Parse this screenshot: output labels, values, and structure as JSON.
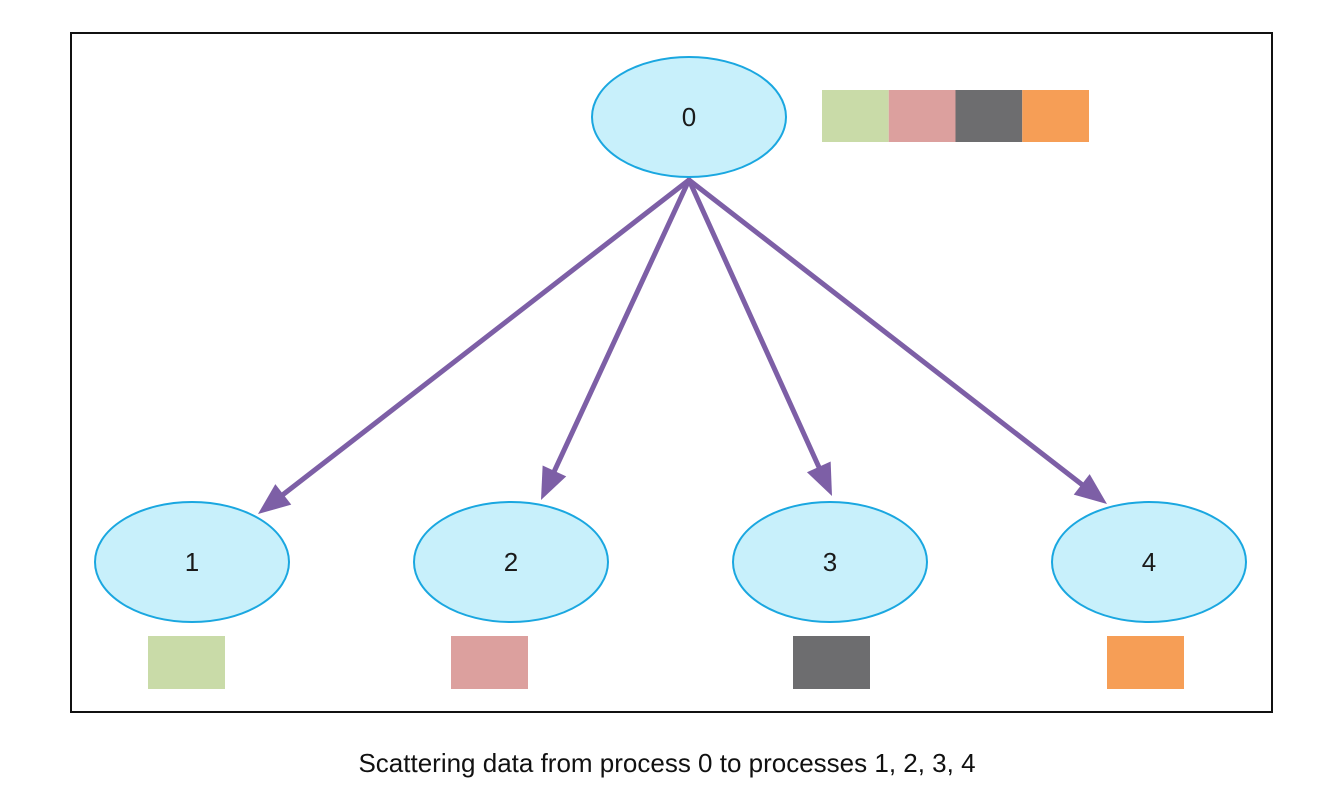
{
  "diagram": {
    "caption": "Scattering data from process 0 to processes 1, 2, 3, 4",
    "root": {
      "label": "0"
    },
    "children": [
      {
        "label": "1",
        "chunk_color": "#c9dba8"
      },
      {
        "label": "2",
        "chunk_color": "#dca09e"
      },
      {
        "label": "3",
        "chunk_color": "#6d6d6f"
      },
      {
        "label": "4",
        "chunk_color": "#f69e56"
      }
    ],
    "root_buffer_colors": [
      "#c9dba8",
      "#dca09e",
      "#6d6d6f",
      "#f69e56"
    ],
    "colors": {
      "node_fill": "#c8f0fb",
      "node_stroke": "#1aa7e0",
      "arrow": "#7d5fa6",
      "frame": "#111111"
    }
  }
}
